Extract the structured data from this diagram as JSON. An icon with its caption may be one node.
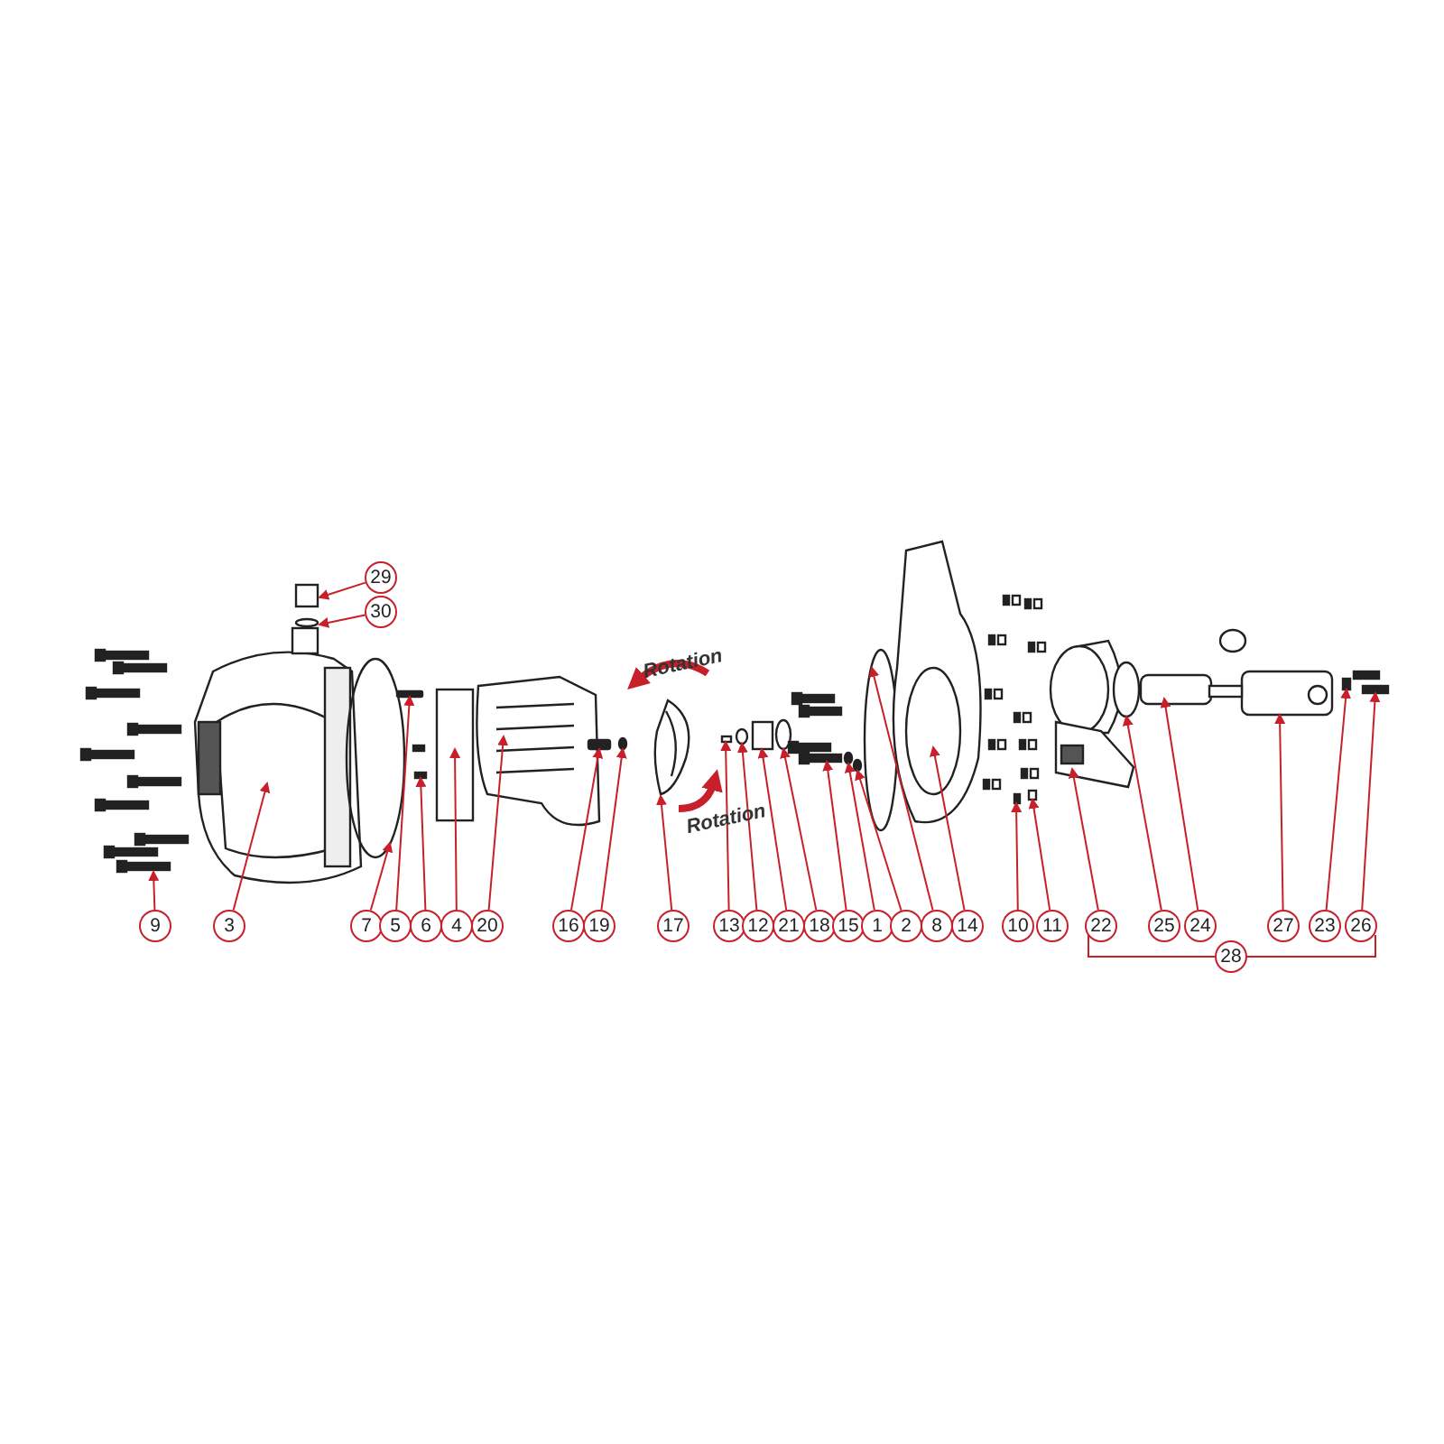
{
  "diagram": {
    "nodes": [
      {
        "text": [
          "29"
        ]
      },
      {
        "text": [
          "30"
        ]
      },
      {
        "text": [
          "9"
        ]
      },
      {
        "text": [
          "3"
        ]
      },
      {
        "text": [
          "7"
        ]
      },
      {
        "text": [
          "5"
        ]
      },
      {
        "text": [
          "6"
        ]
      },
      {
        "text": [
          "4"
        ]
      },
      {
        "text": [
          "20"
        ]
      },
      {
        "text": [
          "16"
        ]
      },
      {
        "text": [
          "19"
        ]
      },
      {
        "text": [
          "17"
        ]
      },
      {
        "text": [
          "13"
        ]
      },
      {
        "text": [
          "12"
        ]
      },
      {
        "text": [
          "21"
        ]
      },
      {
        "text": [
          "18"
        ]
      },
      {
        "text": [
          "15"
        ]
      },
      {
        "text": [
          "1"
        ]
      },
      {
        "text": [
          "2"
        ]
      },
      {
        "text": [
          "8"
        ]
      },
      {
        "text": [
          "14"
        ]
      },
      {
        "text": [
          "10"
        ]
      },
      {
        "text": [
          "11"
        ]
      },
      {
        "text": [
          "22"
        ]
      },
      {
        "text": [
          "25"
        ]
      },
      {
        "text": [
          "24"
        ]
      },
      {
        "text": [
          "27"
        ]
      },
      {
        "text": [
          "23"
        ]
      },
      {
        "text": [
          "26"
        ]
      },
      {
        "text": [
          "28"
        ]
      },
      {
        "text": [],
        "shape": "picture"
      },
      {
        "text": [],
        "shape": "box"
      },
      {
        "text": [],
        "shape": "circle"
      },
      {
        "text": [],
        "shape": "picture"
      },
      {
        "text": [],
        "shape": "picture"
      },
      {
        "text": [],
        "shape": "circle"
      },
      {
        "text": [],
        "shape": "bar"
      },
      {
        "text": [],
        "shape": "picture"
      },
      {
        "text": [],
        "shape": "box"
      },
      {
        "text": [],
        "shape": "picture"
      },
      {
        "text": [],
        "shape": "bar"
      },
      {
        "text": [],
        "shape": "circle"
      },
      {
        "text": [],
        "shape": "box"
      },
      {
        "text": [],
        "shape": "circle"
      },
      {
        "text": [],
        "shape": "box"
      },
      {
        "text": [],
        "shape": "circle"
      },
      {
        "text": [],
        "shape": "picture"
      },
      {
        "text": [],
        "shape": "circle"
      },
      {
        "text": [],
        "shape": "circle"
      },
      {
        "text": [],
        "shape": "circle"
      },
      {
        "text": [],
        "shape": "picture"
      },
      {
        "text": [],
        "shape": "box"
      },
      {
        "text": [],
        "shape": "box"
      },
      {
        "text": [],
        "shape": "picture"
      },
      {
        "text": [],
        "shape": "circle"
      },
      {
        "text": [],
        "shape": "bar"
      },
      {
        "text": [],
        "shape": "picture"
      },
      {
        "text": [],
        "shape": "box"
      },
      {
        "text": [],
        "shape": "picture"
      }
    ],
    "edges": [
      {
        "from": 0,
        "to": 31,
        "arrow": "to"
      },
      {
        "from": 1,
        "to": 32,
        "arrow": "to"
      },
      {
        "from": 2,
        "to": 33,
        "arrow": "to"
      },
      {
        "from": 3,
        "to": 34,
        "arrow": "to"
      },
      {
        "from": 4,
        "to": 35,
        "arrow": "to"
      },
      {
        "from": 5,
        "to": 36,
        "arrow": "to"
      },
      {
        "from": 6,
        "to": 37,
        "arrow": "to"
      },
      {
        "from": 7,
        "to": 38,
        "arrow": "to"
      },
      {
        "from": 8,
        "to": 39,
        "arrow": "to"
      },
      {
        "from": 9,
        "to": 40,
        "arrow": "to"
      },
      {
        "from": 10,
        "to": 41,
        "arrow": "to"
      },
      {
        "from": 11,
        "to": 30,
        "arrow": "to"
      },
      {
        "from": 12,
        "to": 42,
        "arrow": "to"
      },
      {
        "from": 13,
        "to": 43,
        "arrow": "to"
      },
      {
        "from": 14,
        "to": 44,
        "arrow": "to"
      },
      {
        "from": 15,
        "to": 45,
        "arrow": "to"
      },
      {
        "from": 16,
        "to": 46,
        "arrow": "to"
      },
      {
        "from": 17,
        "to": 47,
        "arrow": "to"
      },
      {
        "from": 18,
        "to": 48,
        "arrow": "to"
      },
      {
        "from": 19,
        "to": 49,
        "arrow": "to"
      },
      {
        "from": 20,
        "to": 50,
        "arrow": "to"
      },
      {
        "from": 21,
        "to": 51,
        "arrow": "to"
      },
      {
        "from": 22,
        "to": 52,
        "arrow": "to"
      },
      {
        "from": 23,
        "to": 53,
        "arrow": "to"
      },
      {
        "from": 24,
        "to": 54,
        "arrow": "to"
      },
      {
        "from": 25,
        "to": 55,
        "arrow": "to"
      },
      {
        "from": 26,
        "to": 56,
        "arrow": "to"
      },
      {
        "from": 27,
        "to": 57,
        "arrow": "to"
      },
      {
        "from": 28,
        "to": 58,
        "arrow": "to"
      }
    ],
    "labels": [
      "Rotation",
      "Rotation"
    ]
  }
}
